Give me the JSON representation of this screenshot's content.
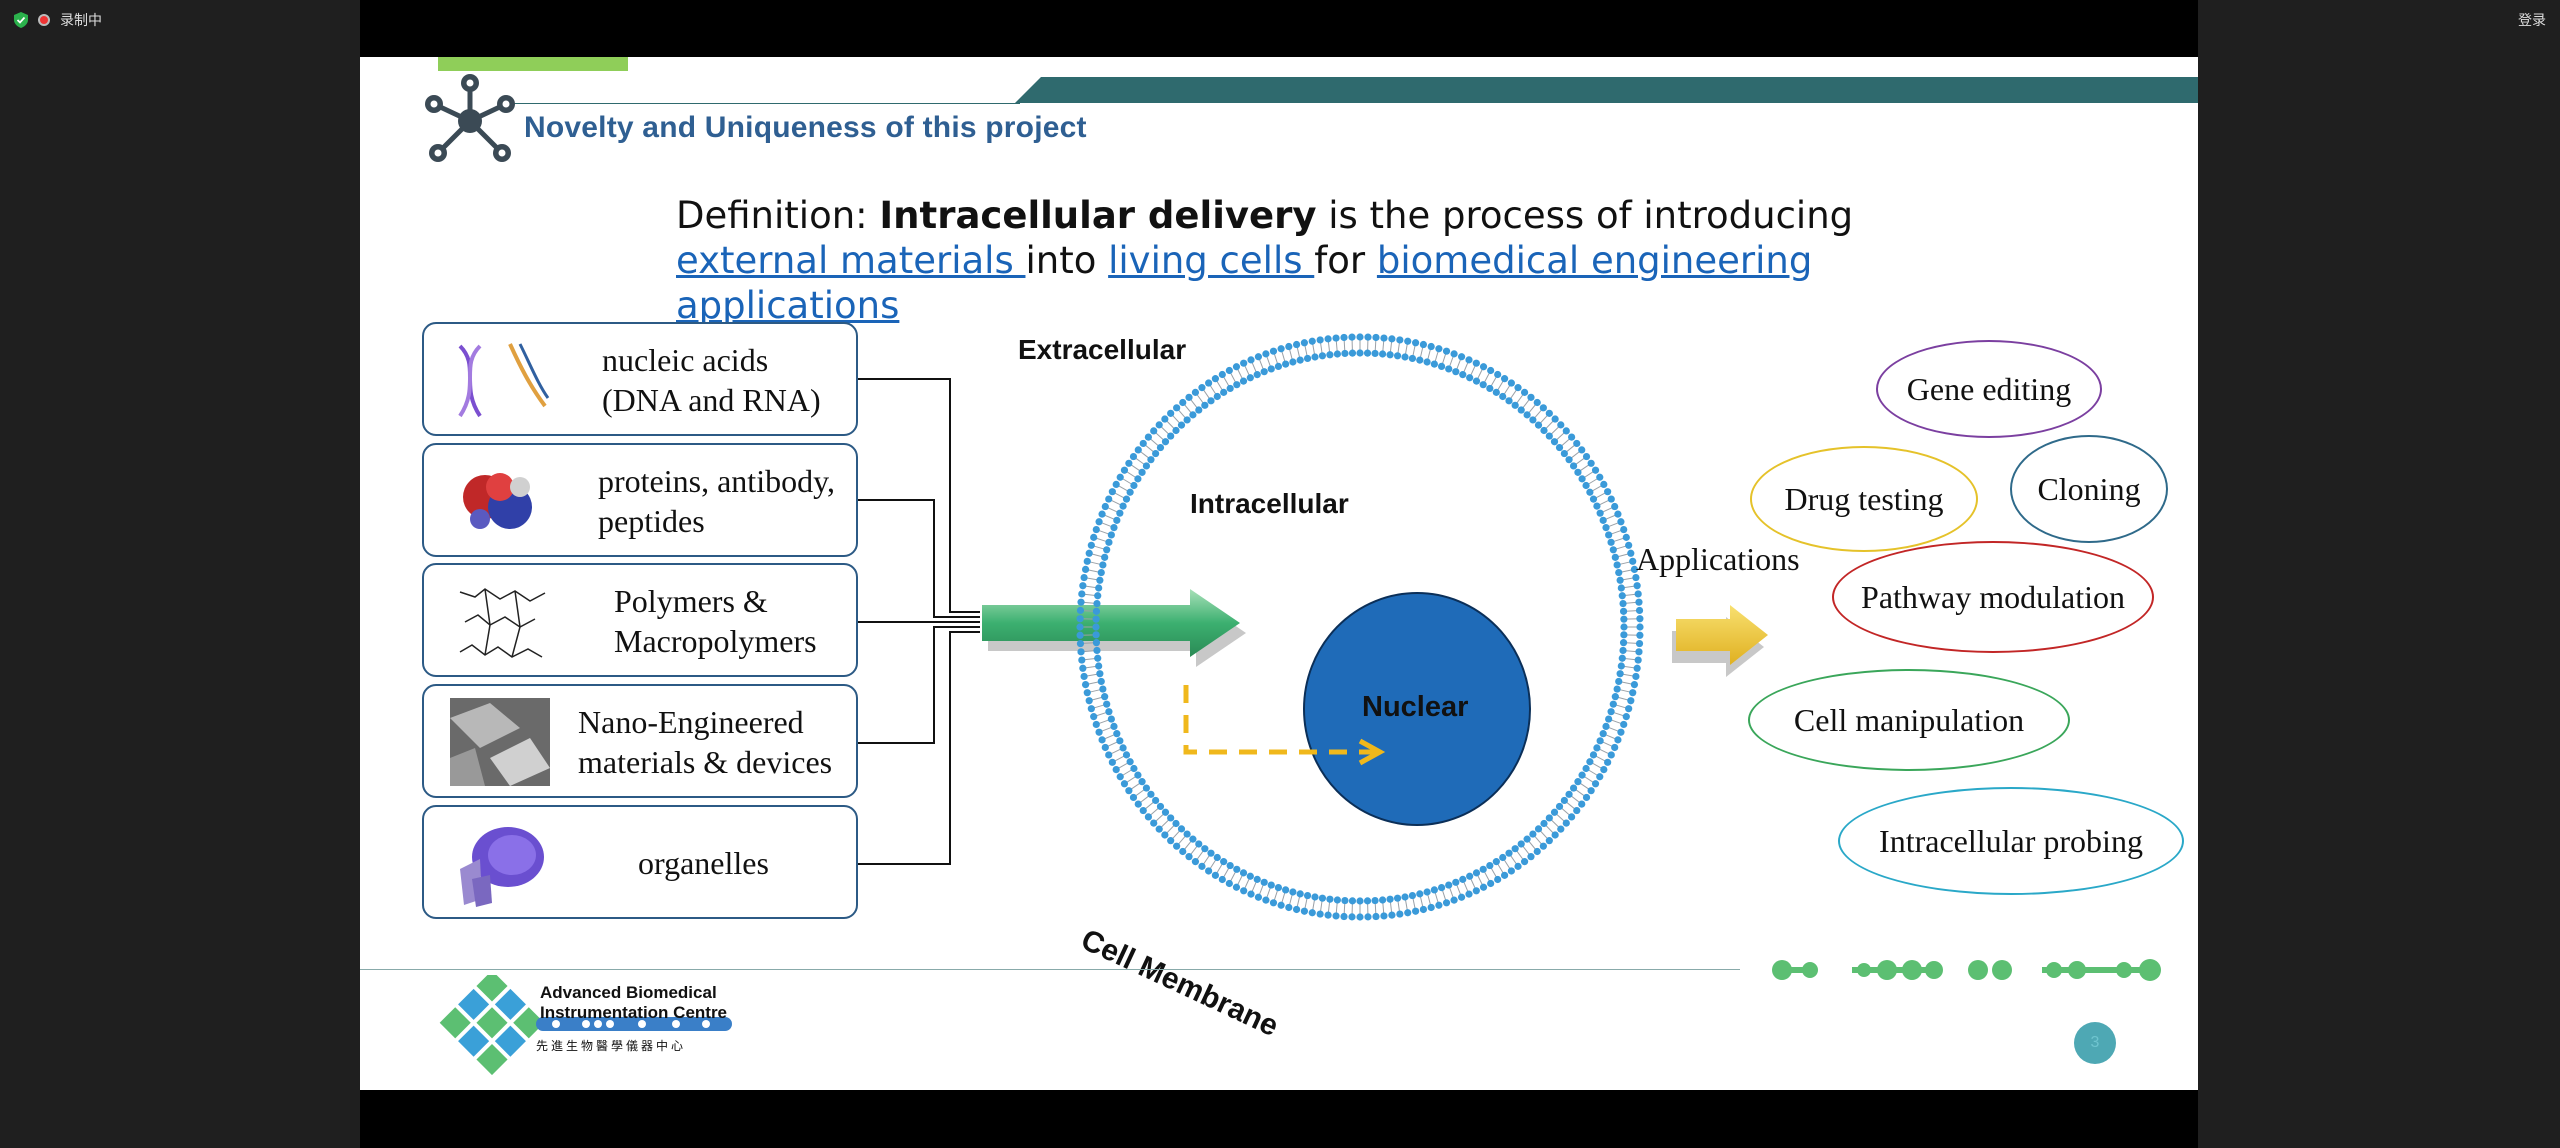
{
  "app": {
    "recording_label": "录制中",
    "login_label": "登录"
  },
  "slide": {
    "title": "Novelty and Uniqueness of this project",
    "definition": {
      "prefix": "Definition: ",
      "term": "Intracellular delivery",
      "mid1": " is the process of introducing ",
      "link1": "external materials ",
      "mid2": "into ",
      "link2": "living cells ",
      "mid3": "for ",
      "link3": "biomedical engineering applications"
    },
    "materials": [
      {
        "line1": "nucleic acids",
        "line2": "(DNA and RNA)"
      },
      {
        "line1": "proteins, antibody,",
        "line2": "peptides"
      },
      {
        "line1": "Polymers &",
        "line2": "Macropolymers"
      },
      {
        "line1": "Nano-Engineered",
        "line2": "materials & devices"
      },
      {
        "line1": "organelles",
        "line2": ""
      }
    ],
    "cell": {
      "extracellular": "Extracellular",
      "intracellular": "Intracellular",
      "nuclear": "Nuclear",
      "membrane": "Cell Membrane"
    },
    "applications_label": "Applications",
    "applications": [
      {
        "label": "Gene editing",
        "color": "#7b3fa0"
      },
      {
        "label": "Drug testing",
        "color": "#e5c22a"
      },
      {
        "label": "Cloning",
        "color": "#2f6a8a"
      },
      {
        "label": "Pathway modulation",
        "color": "#c22626"
      },
      {
        "label": "Cell manipulation",
        "color": "#3aa65a"
      },
      {
        "label": "Intracellular probing",
        "color": "#2aa8c8"
      }
    ],
    "footer": {
      "org_line1": "Advanced Biomedical",
      "org_line2": "Instrumentation Centre",
      "org_chinese": "先進生物醫學儀器中心",
      "page_number": "3"
    },
    "colors": {
      "title": "#2f5f92",
      "teal_bar": "#2f6a6e",
      "green_bar": "#8fce59",
      "nucleus": "#1f6bb8",
      "membrane": "#3a9ad9",
      "link": "#1a64b8"
    }
  }
}
